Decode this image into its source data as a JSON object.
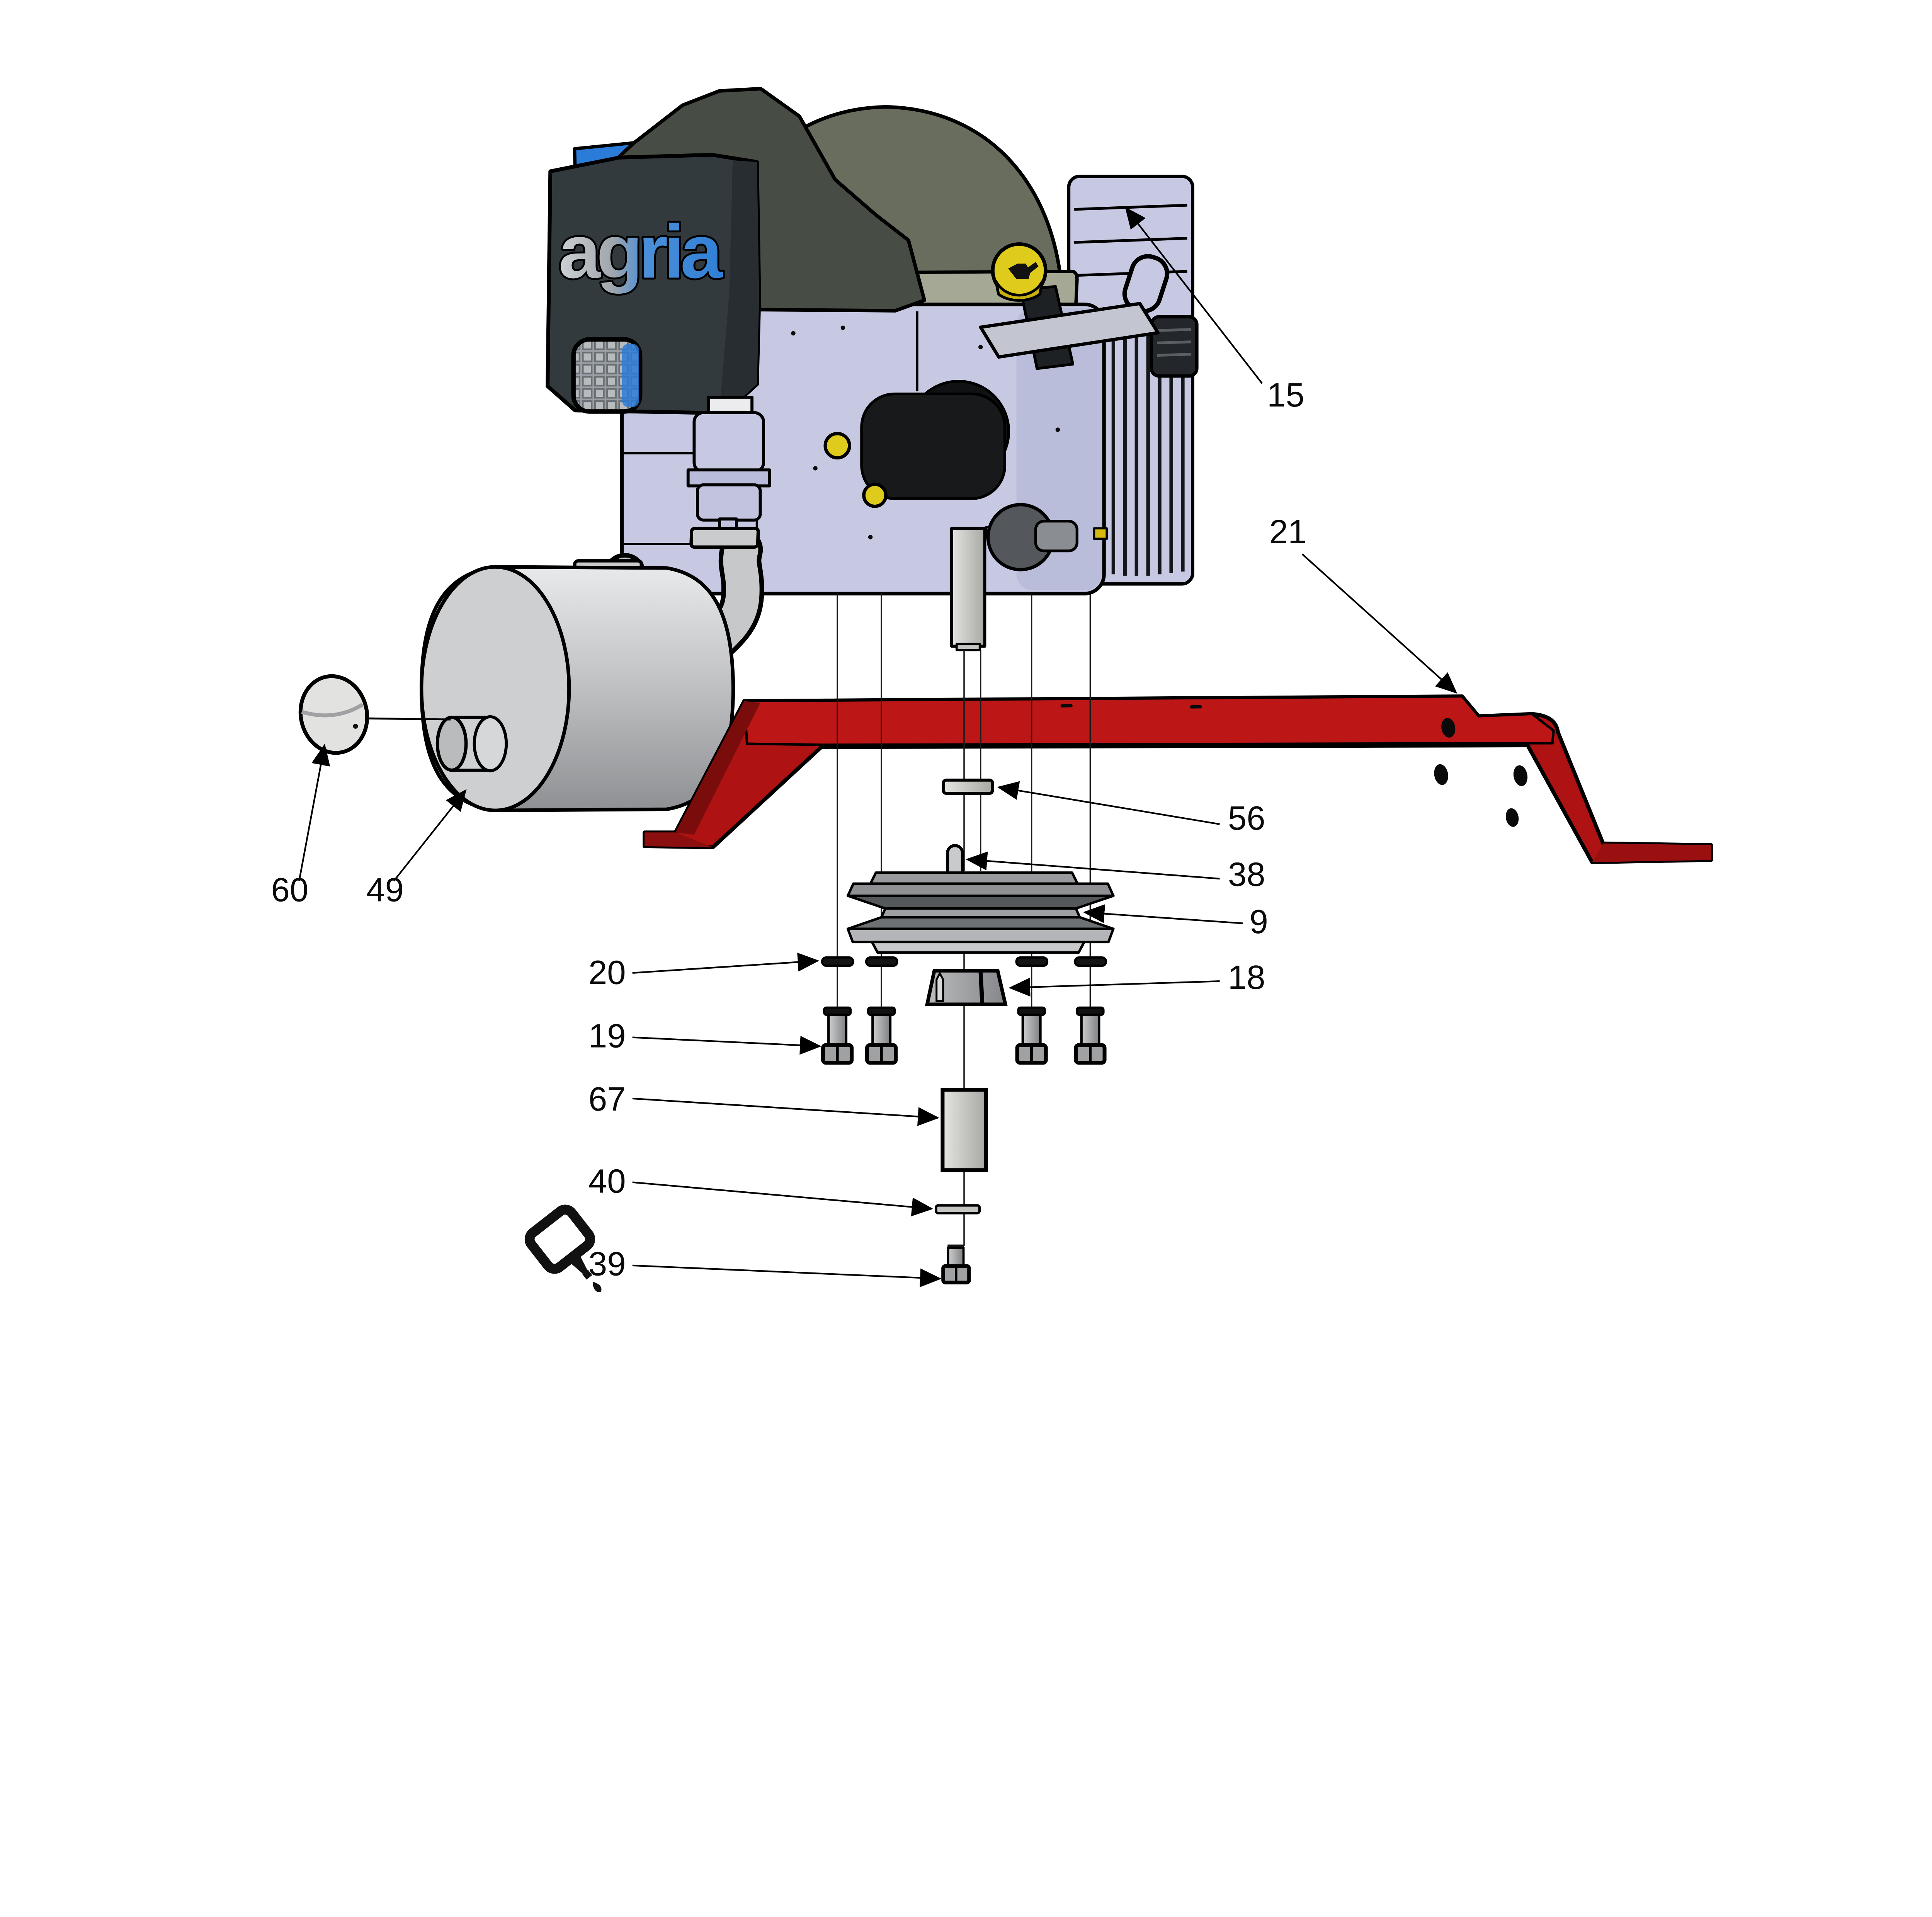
{
  "page": {
    "kind": "exploded-parts-diagram",
    "background": "#ffffff"
  },
  "brand": {
    "logo_text": "agria"
  },
  "callouts": [
    {
      "number": "15"
    },
    {
      "number": "21"
    },
    {
      "number": "56"
    },
    {
      "number": "38"
    },
    {
      "number": "9"
    },
    {
      "number": "18"
    },
    {
      "number": "20"
    },
    {
      "number": "19"
    },
    {
      "number": "67"
    },
    {
      "number": "40"
    },
    {
      "number": "39"
    },
    {
      "number": "60"
    },
    {
      "number": "49"
    }
  ],
  "icons": {
    "adhesive": "threadlocker-bottle-icon"
  },
  "colors": {
    "outline": "#000000",
    "label_text": "#0a0a0a",
    "bracket_red": "#AE1212",
    "bracket_red_bright": "#BC1616",
    "bracket_red_dark": "#7A0C0C",
    "engine_body": "#C7C9E3",
    "engine_body_shade": "#AFB2D2",
    "cowl_dark_olive": "#696D5E",
    "cowl_band_olive": "#A6A896",
    "air_cleaner_dark": "#333A3E",
    "air_housing_olive": "#474C44",
    "accent_blue": "#2B7CD8",
    "metal_light": "#D2D3D5",
    "metal_mid": "#9B9DA0",
    "metal_dark": "#5E6164",
    "cap_yellow": "#DFCB1C"
  }
}
